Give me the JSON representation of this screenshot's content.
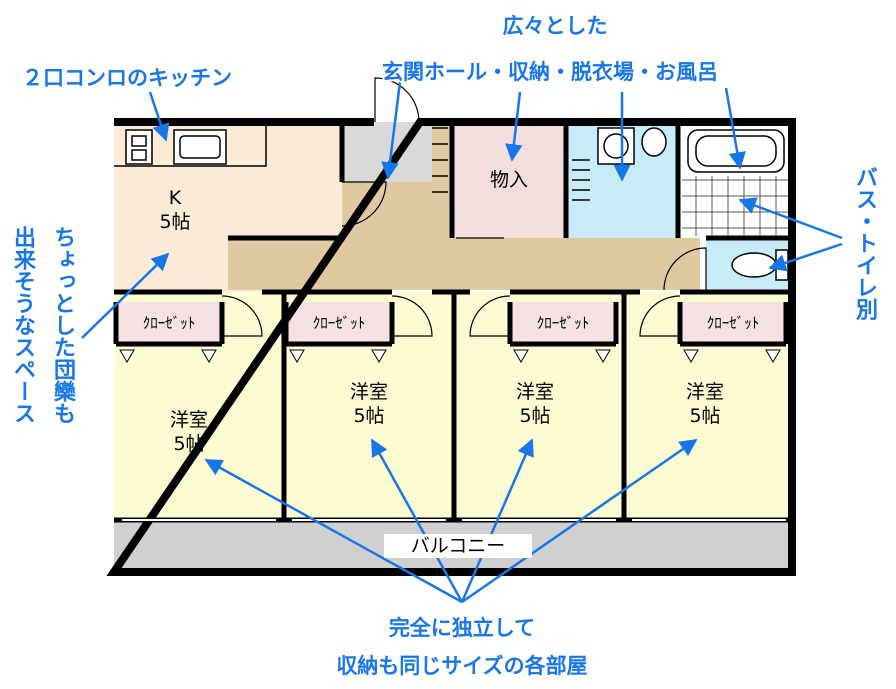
{
  "rooms": {
    "kitchen": {
      "name": "K",
      "size": "5帖"
    },
    "storage": {
      "name": "物入"
    },
    "balcony": {
      "name": "バルコニー"
    },
    "western": [
      {
        "name": "洋室",
        "size": "5帖"
      },
      {
        "name": "洋室",
        "size": "5帖"
      },
      {
        "name": "洋室",
        "size": "5帖"
      },
      {
        "name": "洋室",
        "size": "5帖"
      }
    ],
    "closets": [
      "ｸﾛｰｾﾞｯﾄ",
      "ｸﾛｰｾﾞｯﾄ",
      "ｸﾛｰｾﾞｯﾄ",
      "ｸﾛｰｾﾞｯﾄ"
    ]
  },
  "annotations": {
    "stove": "２口コンロのキッチン",
    "spacious_title": "広々とした",
    "spacious_detail": "玄関ホール・収納・脱衣場・お風呂",
    "bath_toilet": "バス・トイレ別",
    "dining_line1": "ちょっとした団欒も",
    "dining_line2": "出来そうなスペース",
    "independent_line1": "完全に独立して",
    "independent_line2": "収納も同じサイズの各部屋"
  },
  "colors": {
    "wall": "#000000",
    "kitchen": "#fcebd6",
    "hall": "#e0c9a1",
    "entrance": "#d9d9d9",
    "storage": "#f2dedd",
    "wet_area": "#c8ebf8",
    "bedroom": "#fdfbd1",
    "closet": "#f4e1e1",
    "balcony": "#d0d0d0",
    "annotation": "#1877e8"
  }
}
